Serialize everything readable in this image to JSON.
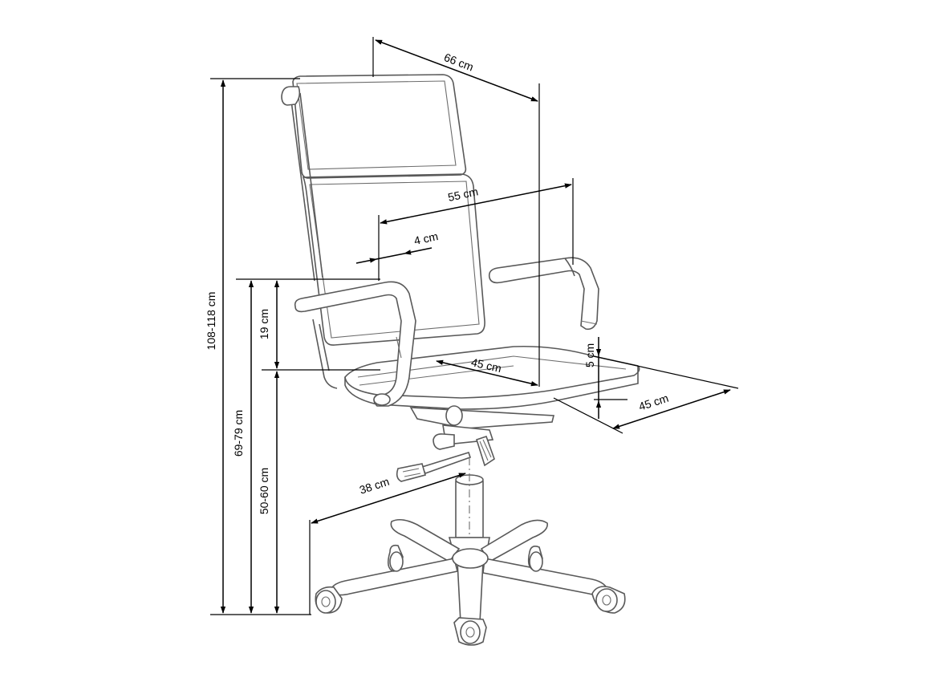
{
  "dimensions": {
    "total_height": "108-118 cm",
    "armrest_height": "69-79 cm",
    "seat_height": "50-60 cm",
    "armrest_to_seat": "19 cm",
    "width": "66 cm",
    "inner_width": "55 cm",
    "armrest_width": "4 cm",
    "seat_depth": "45 cm",
    "seat_width": "45 cm",
    "seat_thickness": "5 cm",
    "base_radius": "38 cm"
  }
}
